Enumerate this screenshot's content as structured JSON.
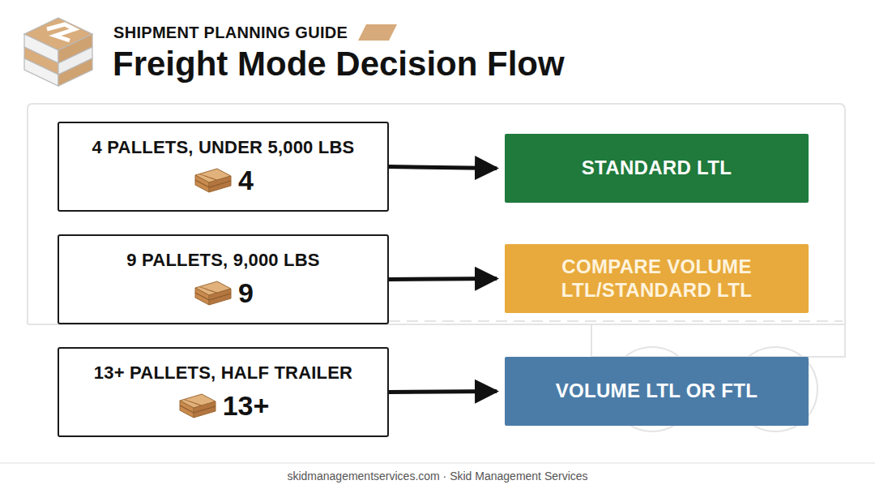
{
  "diagram": {
    "title": "Freight Mode Decision Flow",
    "caption": "skidmanagementservices.com · Skid Management Services",
    "nodes": [
      {
        "text": [
          "4 PALLETS, UNDER 5,000 LBS",
          "4"
        ]
      },
      {
        "text": [
          "STANDARD LTL"
        ]
      },
      {
        "text": [
          "9 PALLETS, 9,000 LBS",
          "9"
        ]
      },
      {
        "text": [
          "COMPARE VOLUME LTL/STANDARD LTL"
        ]
      },
      {
        "text": [
          "13+ PALLETS, HALF TRAILER",
          "13+"
        ]
      },
      {
        "text": [
          "VOLUME LTL OR FTL"
        ]
      }
    ],
    "edges": [
      {
        "from": 0,
        "to": 1,
        "arrow": "to"
      },
      {
        "from": 2,
        "to": 3,
        "arrow": "to"
      },
      {
        "from": 4,
        "to": 5,
        "arrow": "to"
      }
    ],
    "labels": [
      "SHIPMENT PLANNING GUIDE"
    ]
  }
}
